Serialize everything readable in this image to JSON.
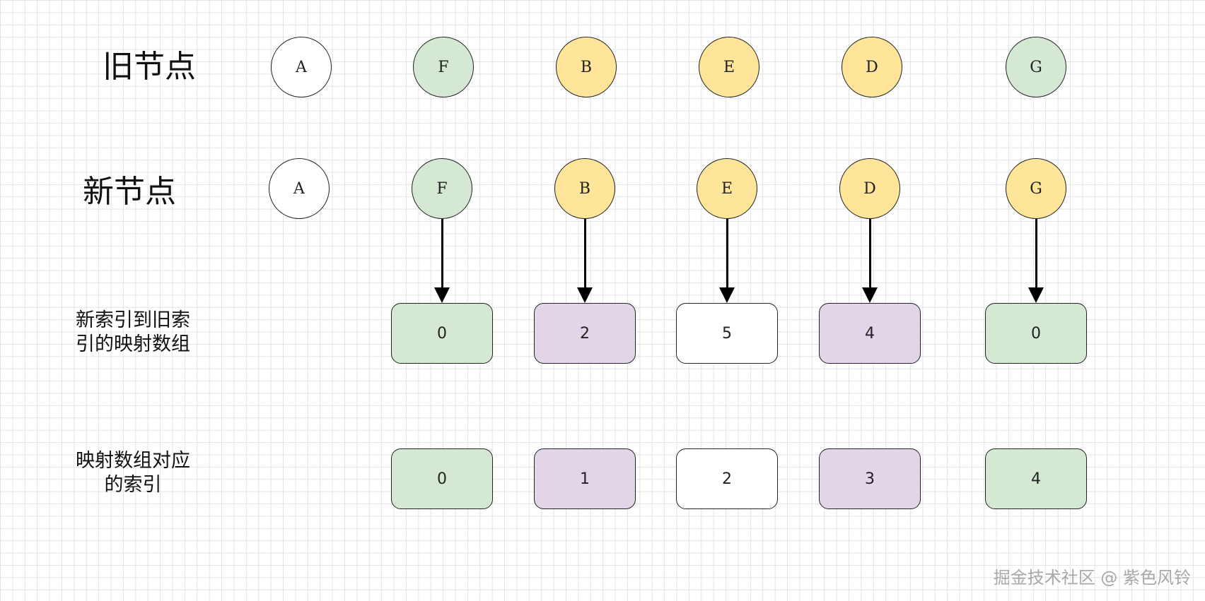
{
  "labels": {
    "old_nodes": "旧节点",
    "new_nodes": "新节点",
    "mapping_line1": "新索引到旧索",
    "mapping_line2": "引的映射数组",
    "index_line1": "映射数组对应",
    "index_line2": "的索引"
  },
  "colors": {
    "white": "#ffffff",
    "green": "#d5e8d4",
    "yellow": "#ffe599",
    "purple": "#e1d5e7"
  },
  "old_nodes": [
    {
      "label": "A",
      "fill": "white"
    },
    {
      "label": "F",
      "fill": "green"
    },
    {
      "label": "B",
      "fill": "yellow"
    },
    {
      "label": "E",
      "fill": "yellow"
    },
    {
      "label": "D",
      "fill": "yellow"
    },
    {
      "label": "G",
      "fill": "green"
    }
  ],
  "new_nodes": [
    {
      "label": "A",
      "fill": "white"
    },
    {
      "label": "F",
      "fill": "green"
    },
    {
      "label": "B",
      "fill": "yellow"
    },
    {
      "label": "E",
      "fill": "yellow"
    },
    {
      "label": "D",
      "fill": "yellow"
    },
    {
      "label": "G",
      "fill": "yellow"
    }
  ],
  "mapping_array": [
    {
      "value": "0",
      "fill": "green"
    },
    {
      "value": "2",
      "fill": "purple"
    },
    {
      "value": "5",
      "fill": "white"
    },
    {
      "value": "4",
      "fill": "purple"
    },
    {
      "value": "0",
      "fill": "green"
    }
  ],
  "mapping_index": [
    {
      "value": "0",
      "fill": "green"
    },
    {
      "value": "1",
      "fill": "purple"
    },
    {
      "value": "2",
      "fill": "white"
    },
    {
      "value": "3",
      "fill": "purple"
    },
    {
      "value": "4",
      "fill": "green"
    }
  ],
  "watermark": "掘金技术社区 @ 紫色风铃"
}
